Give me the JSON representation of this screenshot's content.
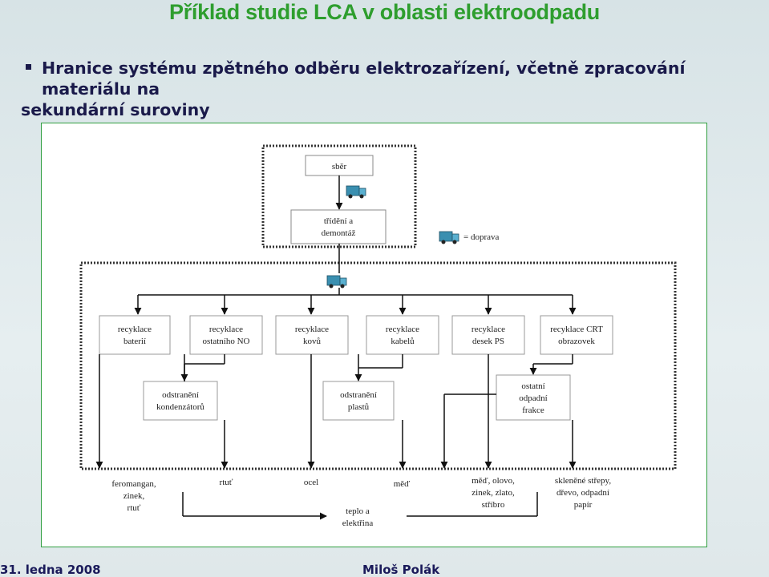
{
  "slide": {
    "title": "Příklad studie LCA v oblasti elektroodpadu",
    "bullet_line1": "Hranice systému zpětného odběru elektrozařízení, včetně zpracování materiálu na",
    "bullet_line2": "sekundární suroviny",
    "footer_date": "31. ledna 2008",
    "footer_author": "Miloš Polák"
  },
  "diagram": {
    "sber": "sběr",
    "trideni": [
      "třídění a",
      "demontáž"
    ],
    "legend": "= doprava",
    "recycling": [
      [
        "recyklace",
        "baterií"
      ],
      [
        "recyklace",
        "ostatního NO"
      ],
      [
        "recyklace",
        "kovů"
      ],
      [
        "recyklace",
        "kabelů"
      ],
      [
        "recyklace",
        "desek PS"
      ],
      [
        "recyklace CRT",
        "obrazovek"
      ]
    ],
    "removal": [
      [
        "odstranění",
        "kondenzátorů"
      ],
      [
        "odstranění",
        "plastů"
      ],
      [
        "ostatní",
        "odpadní",
        "frakce"
      ]
    ],
    "outputs": [
      [
        "feromangan,",
        "zinek,",
        "rtuť"
      ],
      [
        "rtuť"
      ],
      [
        "ocel"
      ],
      [
        "měď"
      ],
      [
        "měď, olovo,",
        "zinek, zlato,",
        "stříbro"
      ],
      [
        "skleněné střepy,",
        "dřevo, odpadní",
        "papír"
      ]
    ],
    "energy": [
      "teplo a",
      "elektřina"
    ]
  },
  "colors": {
    "title": "#2e9e2e",
    "text": "#1a1a4a",
    "frame": "#2f9e3f",
    "truck": "#3a8fb0"
  }
}
